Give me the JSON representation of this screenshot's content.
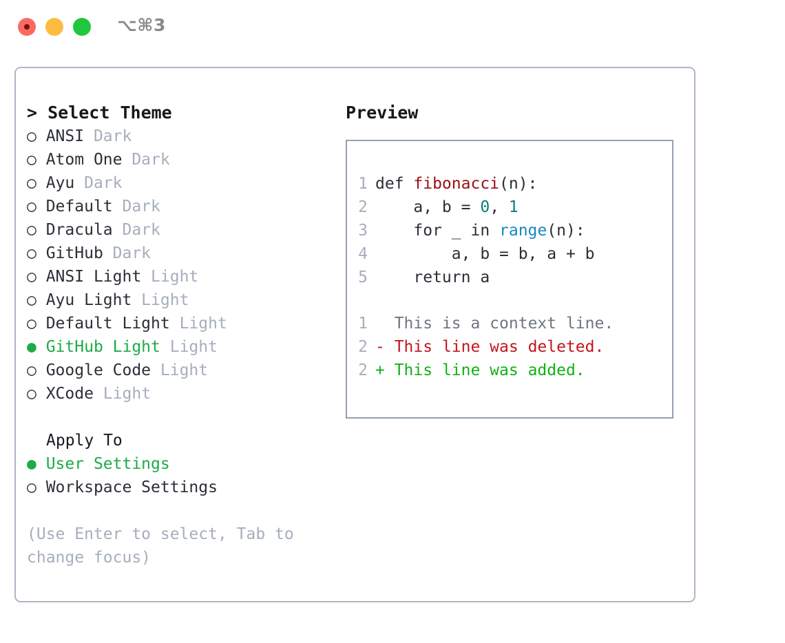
{
  "window": {
    "title": "⌥⌘3",
    "traffic_lights": [
      {
        "name": "close",
        "color": "#fb6a62"
      },
      {
        "name": "minimize",
        "color": "#fdbc40"
      },
      {
        "name": "maximize",
        "color": "#21c63c"
      }
    ]
  },
  "theme_panel": {
    "heading": "> Select Theme",
    "options": [
      {
        "bullet": "○ ",
        "label": "ANSI",
        "tag": " Dark",
        "selected": false
      },
      {
        "bullet": "○ ",
        "label": "Atom One",
        "tag": " Dark",
        "selected": false
      },
      {
        "bullet": "○ ",
        "label": "Ayu",
        "tag": " Dark",
        "selected": false
      },
      {
        "bullet": "○ ",
        "label": "Default",
        "tag": " Dark",
        "selected": false
      },
      {
        "bullet": "○ ",
        "label": "Dracula",
        "tag": " Dark",
        "selected": false
      },
      {
        "bullet": "○ ",
        "label": "GitHub",
        "tag": " Dark",
        "selected": false
      },
      {
        "bullet": "○ ",
        "label": "ANSI Light",
        "tag": " Light",
        "selected": false
      },
      {
        "bullet": "○ ",
        "label": "Ayu Light",
        "tag": " Light",
        "selected": false
      },
      {
        "bullet": "○ ",
        "label": "Default Light",
        "tag": " Light",
        "selected": false
      },
      {
        "bullet": "● ",
        "label": "GitHub Light",
        "tag": " Light",
        "selected": true
      },
      {
        "bullet": "○ ",
        "label": "Google Code",
        "tag": " Light",
        "selected": false
      },
      {
        "bullet": "○ ",
        "label": "XCode",
        "tag": " Light",
        "selected": false
      }
    ],
    "apply_to": {
      "heading": "Apply To",
      "options": [
        {
          "bullet": "● ",
          "label": "User Settings",
          "tag": "",
          "selected": true
        },
        {
          "bullet": "○ ",
          "label": "Workspace Settings",
          "tag": "",
          "selected": false
        }
      ]
    },
    "hint": "(Use Enter to select, Tab to change focus)"
  },
  "preview": {
    "heading": "Preview",
    "code_lines": [
      {
        "num": "1",
        "tokens": [
          {
            "text": "def ",
            "cls": "tok-def"
          },
          {
            "text": "fibonacci",
            "cls": "tok-fn"
          },
          {
            "text": "(n):",
            "cls": "tok-plain"
          }
        ]
      },
      {
        "num": "2",
        "tokens": [
          {
            "text": "    a, b = ",
            "cls": "tok-plain"
          },
          {
            "text": "0",
            "cls": "tok-num"
          },
          {
            "text": ", ",
            "cls": "tok-plain"
          },
          {
            "text": "1",
            "cls": "tok-num"
          }
        ]
      },
      {
        "num": "3",
        "tokens": [
          {
            "text": "    for _ in ",
            "cls": "tok-plain"
          },
          {
            "text": "range",
            "cls": "tok-builtin"
          },
          {
            "text": "(n):",
            "cls": "tok-plain"
          }
        ]
      },
      {
        "num": "4",
        "tokens": [
          {
            "text": "        a, b = b, a + b",
            "cls": "tok-plain"
          }
        ]
      },
      {
        "num": "5",
        "tokens": [
          {
            "text": "    return a",
            "cls": "tok-plain"
          }
        ]
      }
    ],
    "diff_lines": [
      {
        "num": "1",
        "marker": "  ",
        "text": "This is a context line.",
        "cls": "d-context"
      },
      {
        "num": "2",
        "marker": "- ",
        "text": "This line was deleted.",
        "cls": "d-del"
      },
      {
        "num": "2",
        "marker": "+ ",
        "text": "This line was added.",
        "cls": "d-add"
      }
    ]
  },
  "colors": {
    "accent_green": "#1faa48",
    "muted": "#a6aebd",
    "border": "#aeb6c4",
    "preview_border": "#94a0b2",
    "syntax_function": "#9b0f16",
    "syntax_number": "#0b7c7c",
    "syntax_builtin": "#1289c4",
    "diff_added": "#10b214",
    "diff_deleted": "#c4151c",
    "diff_context": "#6f7681"
  }
}
